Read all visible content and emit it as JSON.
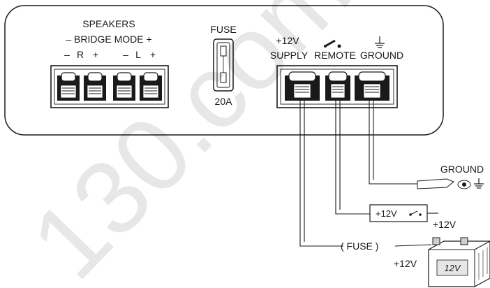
{
  "panel": {
    "speakers": {
      "title": "SPEAKERS",
      "bridge_mode": "– BRIDGE MODE +",
      "polarity": [
        "–",
        "R",
        "+",
        "–",
        "L",
        "+"
      ]
    },
    "fuse": {
      "label": "FUSE",
      "rating": "20A"
    },
    "power": {
      "supply_voltage": "+12V",
      "supply": "SUPPLY",
      "remote": "REMOTE",
      "ground": "GROUND"
    }
  },
  "wiring": {
    "ground_label": "GROUND",
    "remote_box": "+12V",
    "remote_source": "+12V",
    "fuse_label": "( FUSE )",
    "battery_positive": "+12V",
    "battery_face": "12V"
  },
  "watermark": "130.com"
}
